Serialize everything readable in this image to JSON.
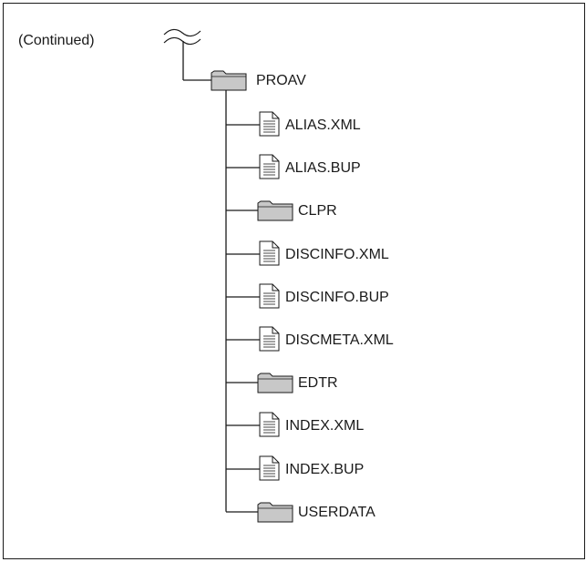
{
  "header": {
    "continued_label": "(Continued)"
  },
  "tree": {
    "root": {
      "name": "PROAV",
      "type": "folder",
      "icon": "folder-icon"
    },
    "children": [
      {
        "name": "ALIAS.XML",
        "type": "file",
        "icon": "document-icon"
      },
      {
        "name": "ALIAS.BUP",
        "type": "file",
        "icon": "document-icon"
      },
      {
        "name": "CLPR",
        "type": "folder",
        "icon": "folder-icon"
      },
      {
        "name": "DISCINFO.XML",
        "type": "file",
        "icon": "document-icon"
      },
      {
        "name": "DISCINFO.BUP",
        "type": "file",
        "icon": "document-icon"
      },
      {
        "name": "DISCMETA.XML",
        "type": "file",
        "icon": "document-icon"
      },
      {
        "name": "EDTR",
        "type": "folder",
        "icon": "folder-icon"
      },
      {
        "name": "INDEX.XML",
        "type": "file",
        "icon": "document-icon"
      },
      {
        "name": "INDEX.BUP",
        "type": "file",
        "icon": "document-icon"
      },
      {
        "name": "USERDATA",
        "type": "folder",
        "icon": "folder-icon"
      }
    ]
  },
  "colors": {
    "line": "#1a1a1a",
    "folder_fill": "#c8c8c8",
    "file_fill": "#ffffff"
  }
}
